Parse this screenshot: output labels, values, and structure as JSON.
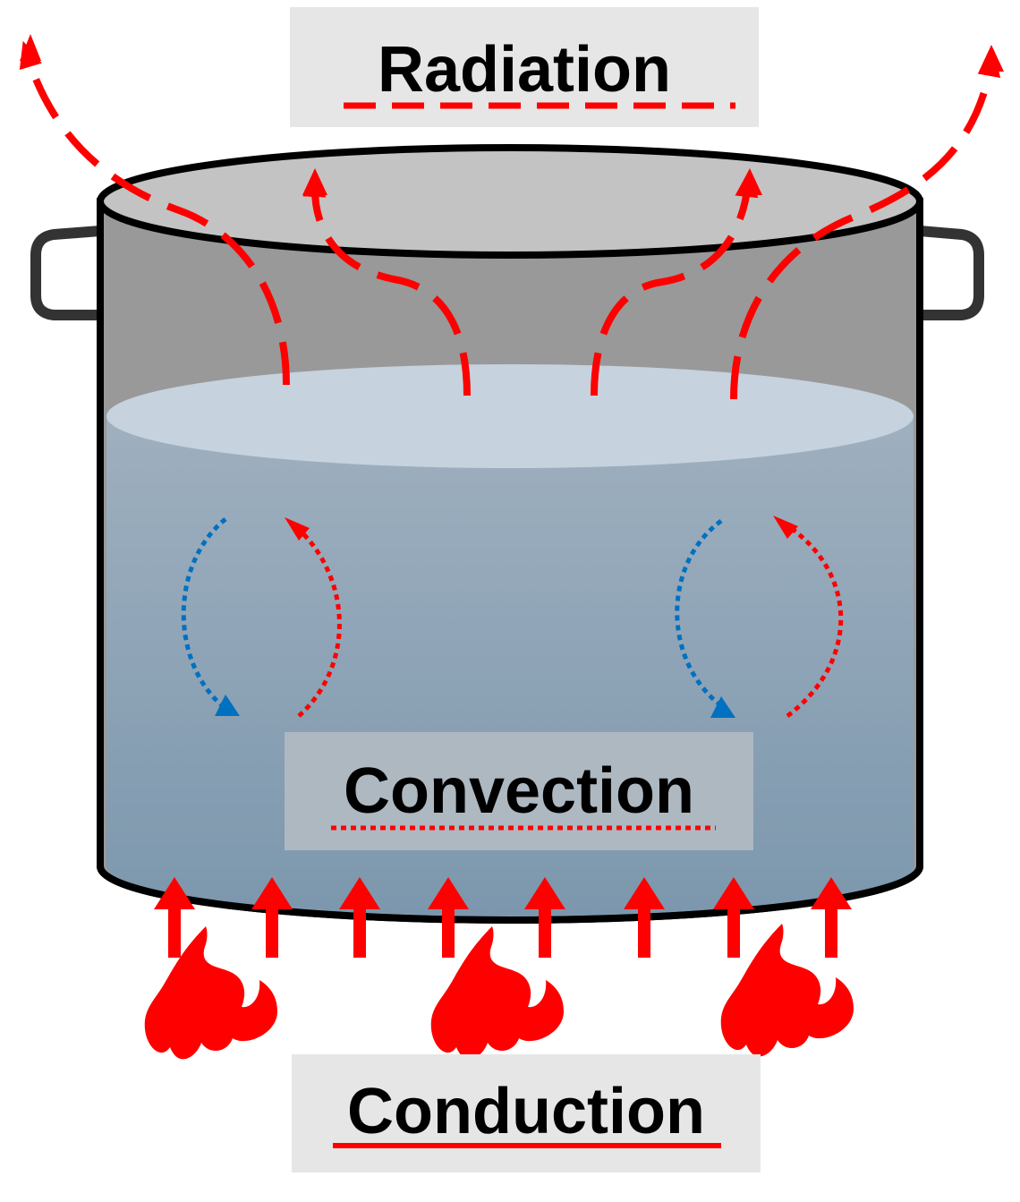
{
  "labels": {
    "radiation": "Radiation",
    "convection": "Convection",
    "conduction": "Conduction"
  },
  "colors": {
    "heat": "#ff0000",
    "cool": "#0070c0",
    "pot_outline": "#000000",
    "pot_body": "#9a9a9a",
    "pot_rim": "#c3c3c3",
    "water_top": "#c6d2de",
    "water_body_top": "#9baab8",
    "water_body_bottom": "#7d97ad",
    "label_box": "#e6e6e6",
    "handle": "#333333"
  },
  "icons": [
    "flame-icon",
    "up-arrow-icon",
    "curved-arrow-icon"
  ]
}
